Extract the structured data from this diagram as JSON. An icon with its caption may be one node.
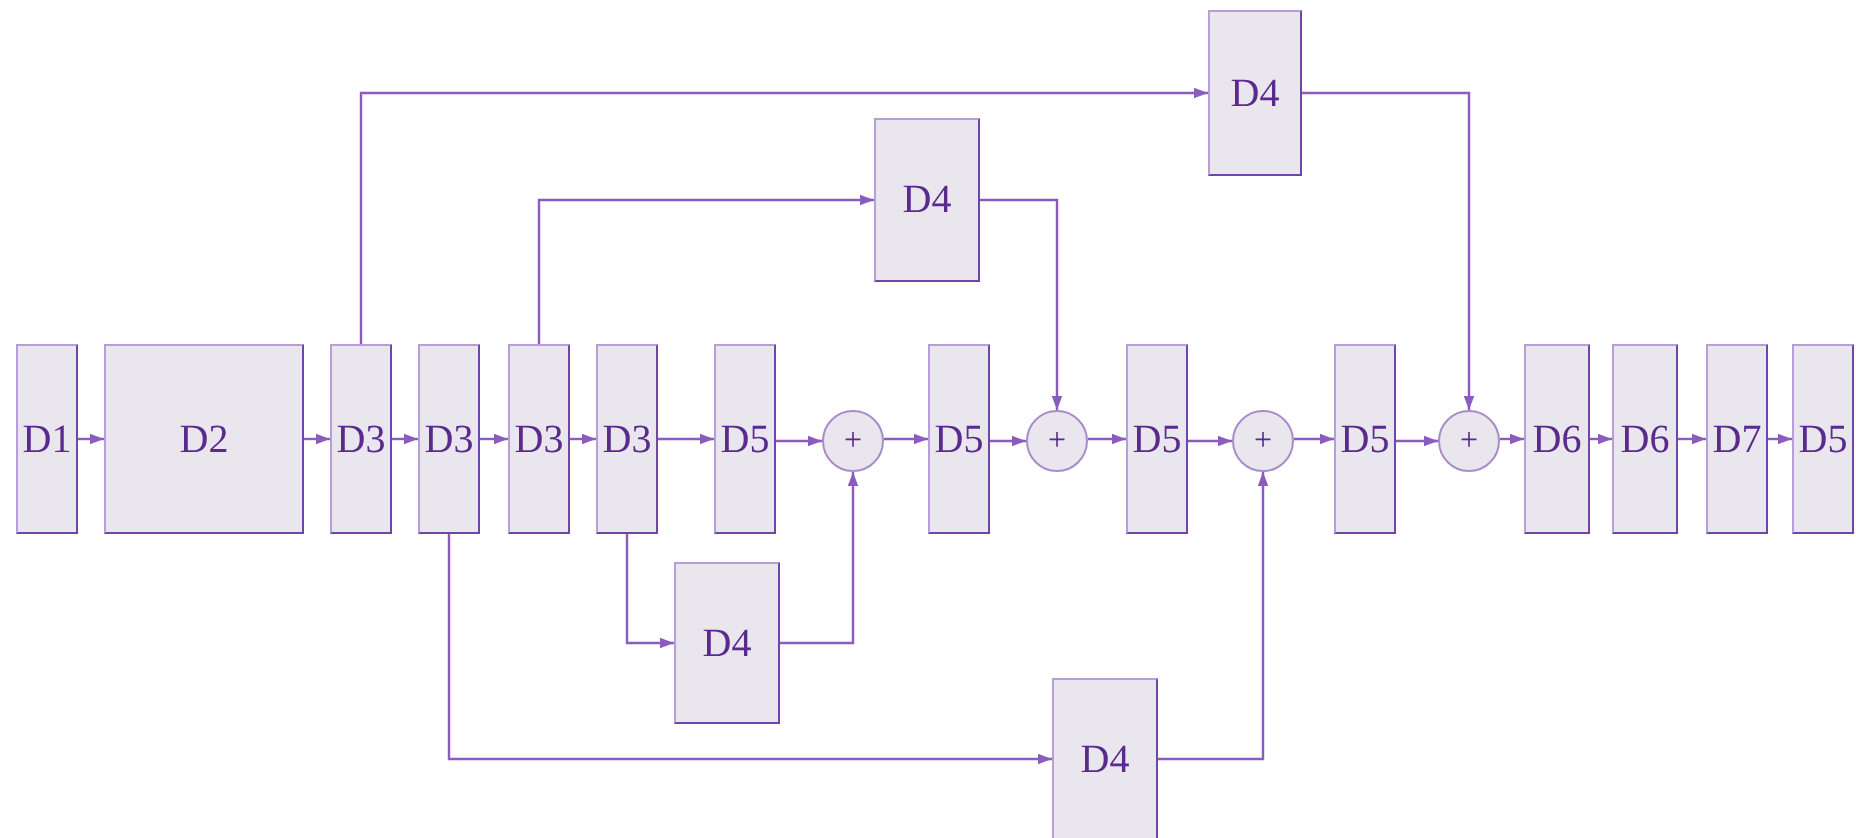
{
  "diagram": {
    "nodes": [
      {
        "text": [
          "D1"
        ]
      },
      {
        "text": [
          "D2"
        ]
      },
      {
        "text": [
          "D3"
        ]
      },
      {
        "text": [
          "D3"
        ]
      },
      {
        "text": [
          "D3"
        ]
      },
      {
        "text": [
          "D3"
        ]
      },
      {
        "text": [
          "D5"
        ]
      },
      {
        "text": [
          "+"
        ]
      },
      {
        "text": [
          "D5"
        ]
      },
      {
        "text": [
          "+"
        ]
      },
      {
        "text": [
          "D5"
        ]
      },
      {
        "text": [
          "+"
        ]
      },
      {
        "text": [
          "D5"
        ]
      },
      {
        "text": [
          "+"
        ]
      },
      {
        "text": [
          "D6"
        ]
      },
      {
        "text": [
          "D6"
        ]
      },
      {
        "text": [
          "D7"
        ]
      },
      {
        "text": [
          "D5"
        ]
      },
      {
        "text": [
          "D4"
        ]
      },
      {
        "text": [
          "D4"
        ]
      },
      {
        "text": [
          "D4"
        ]
      },
      {
        "text": [
          "D4"
        ]
      }
    ],
    "edges": [
      {
        "from": 0,
        "to": 1,
        "arrow": "to"
      },
      {
        "from": 1,
        "to": 2,
        "arrow": "to"
      },
      {
        "from": 2,
        "to": 3,
        "arrow": "to"
      },
      {
        "from": 3,
        "to": 4,
        "arrow": "to"
      },
      {
        "from": 4,
        "to": 5,
        "arrow": "to"
      },
      {
        "from": 5,
        "to": 6,
        "arrow": "to"
      },
      {
        "from": 6,
        "to": 7,
        "arrow": "to"
      },
      {
        "from": 7,
        "to": 8,
        "arrow": "to"
      },
      {
        "from": 8,
        "to": 9,
        "arrow": "to"
      },
      {
        "from": 9,
        "to": 10,
        "arrow": "to"
      },
      {
        "from": 10,
        "to": 11,
        "arrow": "to"
      },
      {
        "from": 11,
        "to": 12,
        "arrow": "to"
      },
      {
        "from": 12,
        "to": 13,
        "arrow": "to"
      },
      {
        "from": 13,
        "to": 14,
        "arrow": "to"
      },
      {
        "from": 14,
        "to": 15,
        "arrow": "to"
      },
      {
        "from": 15,
        "to": 16,
        "arrow": "to"
      },
      {
        "from": 16,
        "to": 17,
        "arrow": "to"
      },
      {
        "from": 2,
        "to": 18,
        "arrow": "to"
      },
      {
        "from": 18,
        "to": 13,
        "arrow": "to"
      },
      {
        "from": 4,
        "to": 19,
        "arrow": "to"
      },
      {
        "from": 19,
        "to": 9,
        "arrow": "to"
      },
      {
        "from": 5,
        "to": 20,
        "arrow": "to"
      },
      {
        "from": 20,
        "to": 7,
        "arrow": "to"
      },
      {
        "from": 3,
        "to": 21,
        "arrow": "to"
      },
      {
        "from": 21,
        "to": 11,
        "arrow": "to"
      }
    ]
  }
}
